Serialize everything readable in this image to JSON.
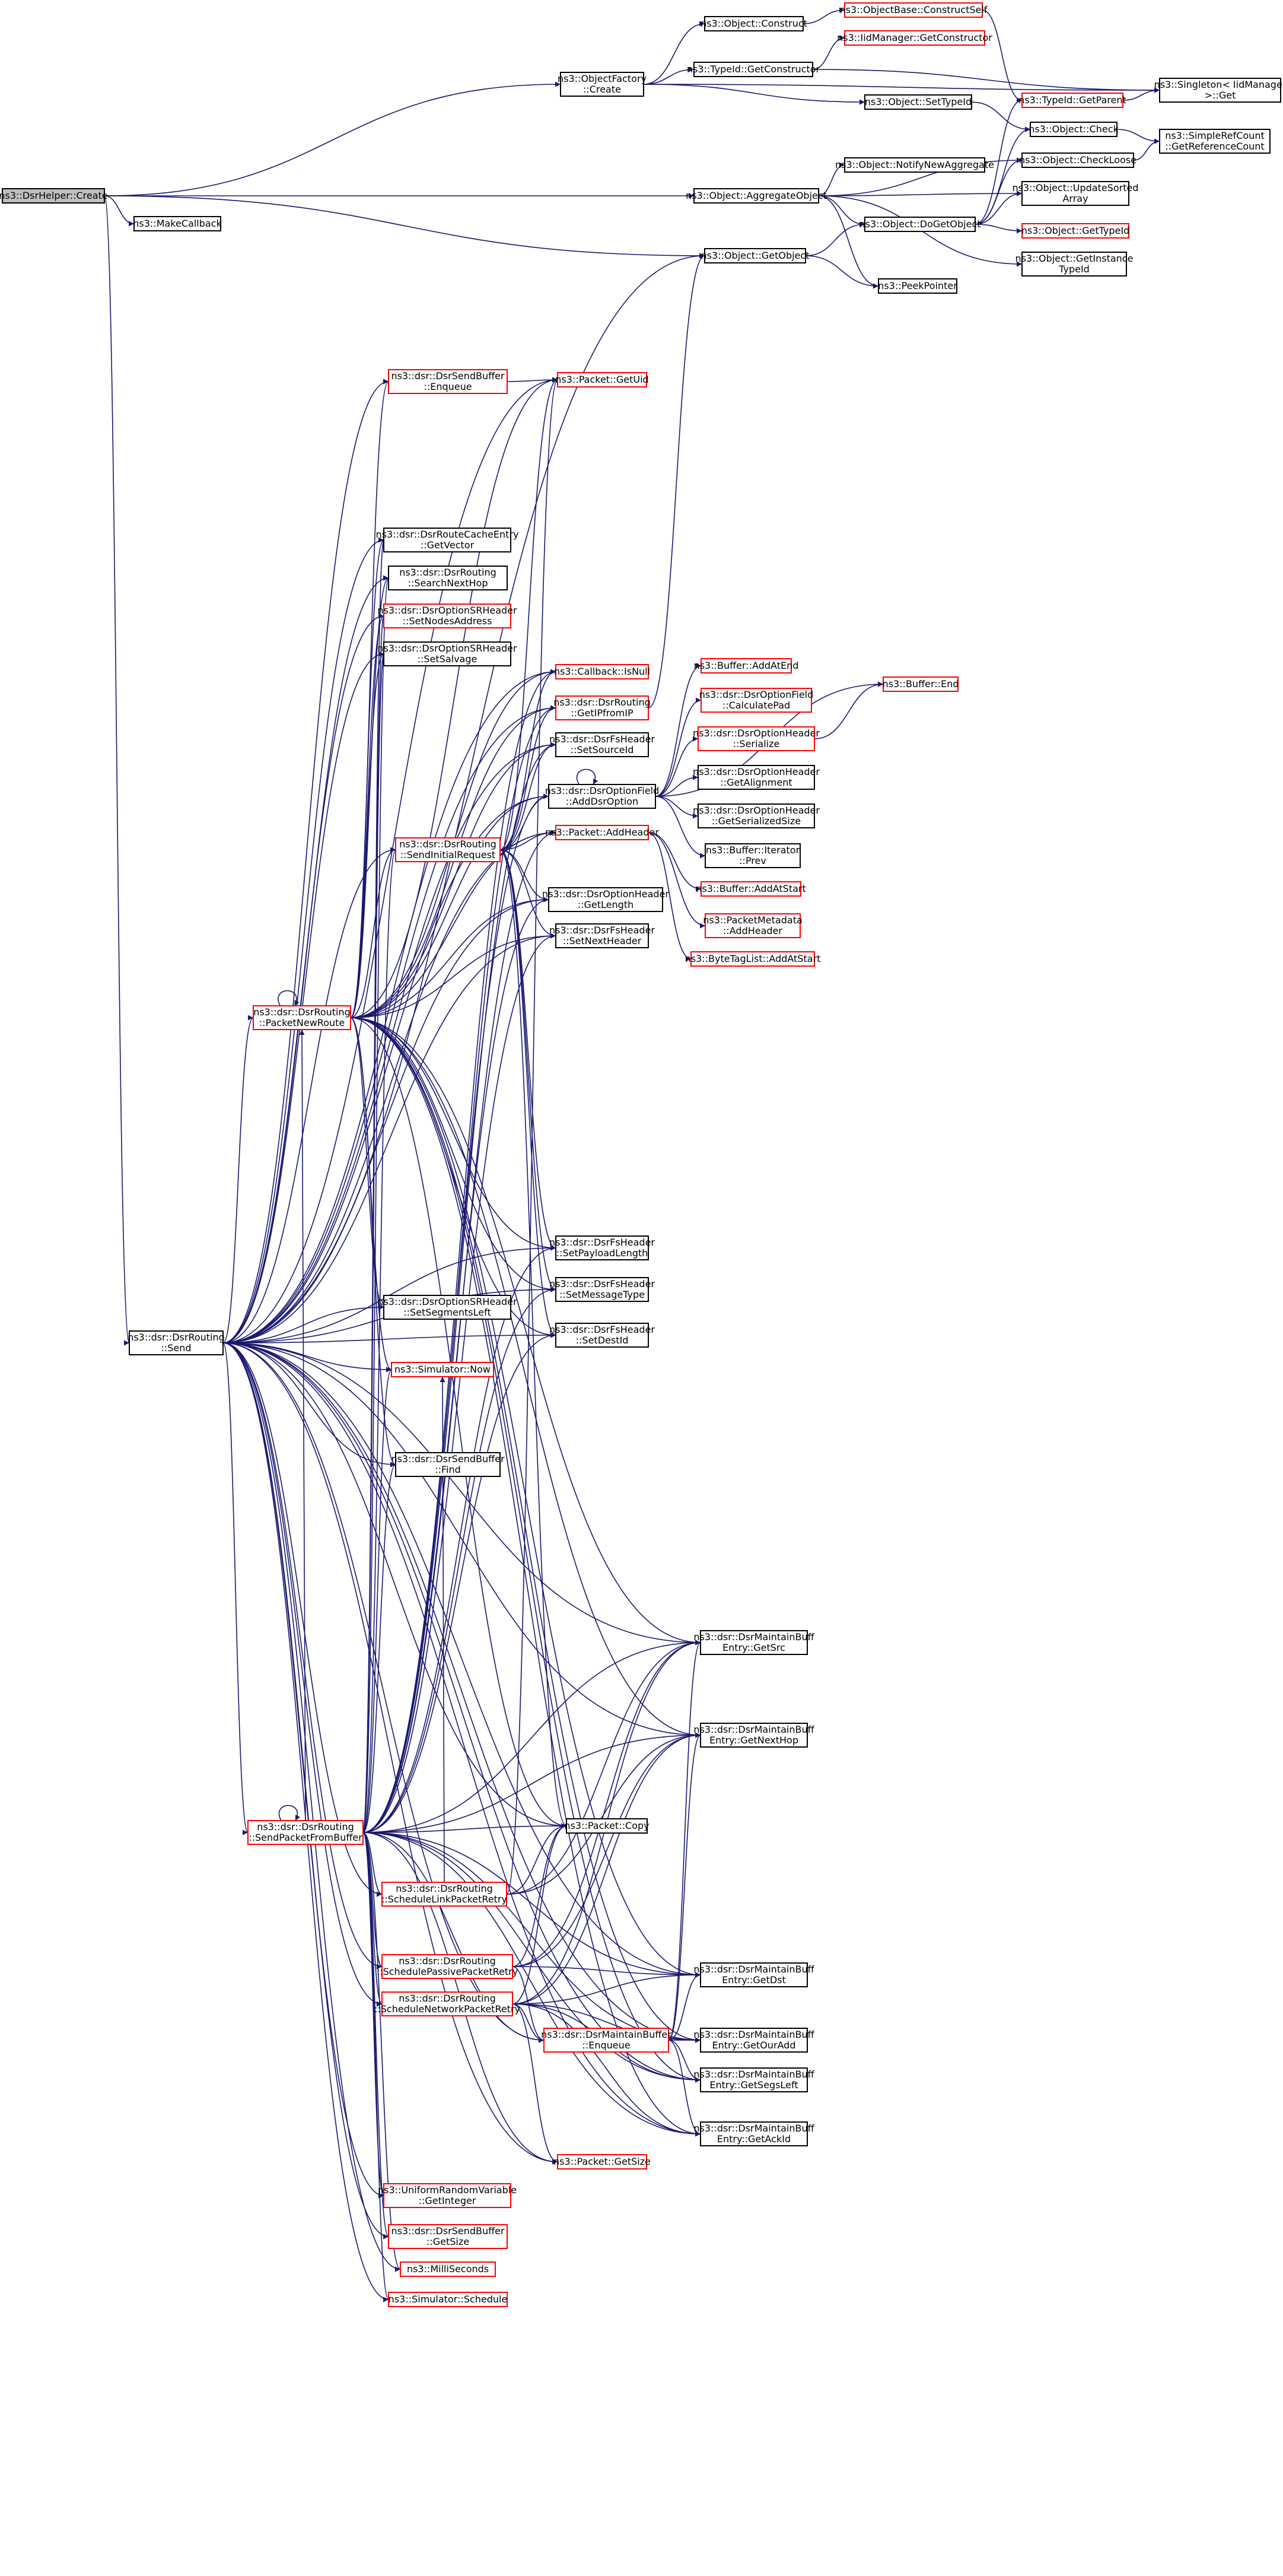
{
  "colors": {
    "edge": "#191970",
    "node_fill": "#ffffff",
    "node_border": "#000000",
    "node_border_truncated": "#ff0000",
    "root_fill": "#bfbfbf",
    "text": "#000000"
  },
  "nodes": [
    {
      "id": "root",
      "lines": [
        "ns3::DsrHelper::Create"
      ],
      "kind": "root"
    },
    {
      "id": "makecallback",
      "lines": [
        "ns3::MakeCallback"
      ],
      "kind": "normal"
    },
    {
      "id": "objfactory",
      "lines": [
        "ns3::ObjectFactory",
        "::Create"
      ],
      "kind": "normal"
    },
    {
      "id": "construct",
      "lines": [
        "ns3::Object::Construct"
      ],
      "kind": "normal"
    },
    {
      "id": "constructself",
      "lines": [
        "ns3::ObjectBase::ConstructSelf"
      ],
      "kind": "truncated"
    },
    {
      "id": "getconstructor",
      "lines": [
        "ns3::TypeId::GetConstructor"
      ],
      "kind": "normal"
    },
    {
      "id": "idmgr_getctor",
      "lines": [
        "ns3::IidManager::GetConstructor"
      ],
      "kind": "truncated"
    },
    {
      "id": "singleton_get",
      "lines": [
        "ns3::Singleton< IidManager",
        ">::Get"
      ],
      "kind": "normal"
    },
    {
      "id": "settypeid",
      "lines": [
        "ns3::Object::SetTypeId"
      ],
      "kind": "normal"
    },
    {
      "id": "getparent",
      "lines": [
        "ns3::TypeId::GetParent"
      ],
      "kind": "truncated"
    },
    {
      "id": "check",
      "lines": [
        "ns3::Object::Check"
      ],
      "kind": "normal"
    },
    {
      "id": "getrefcount",
      "lines": [
        "ns3::SimpleRefCount",
        "::GetReferenceCount"
      ],
      "kind": "normal"
    },
    {
      "id": "checkloose",
      "lines": [
        "ns3::Object::CheckLoose"
      ],
      "kind": "normal"
    },
    {
      "id": "aggregate",
      "lines": [
        "ns3::Object::AggregateObject"
      ],
      "kind": "normal"
    },
    {
      "id": "notifynew",
      "lines": [
        "ns3::Object::NotifyNewAggregate"
      ],
      "kind": "normal"
    },
    {
      "id": "updatesorted",
      "lines": [
        "ns3::Object::UpdateSorted",
        "Array"
      ],
      "kind": "normal"
    },
    {
      "id": "dogetobject",
      "lines": [
        "ns3::Object::DoGetObject"
      ],
      "kind": "normal"
    },
    {
      "id": "gettypeid",
      "lines": [
        "ns3::Object::GetTypeId"
      ],
      "kind": "truncated"
    },
    {
      "id": "getinstance",
      "lines": [
        "ns3::Object::GetInstance",
        "TypeId"
      ],
      "kind": "normal"
    },
    {
      "id": "getobject",
      "lines": [
        "ns3::Object::GetObject"
      ],
      "kind": "normal"
    },
    {
      "id": "peekpointer",
      "lines": [
        "ns3::PeekPointer"
      ],
      "kind": "normal"
    },
    {
      "id": "sendbuf_enqueue",
      "lines": [
        "ns3::dsr::DsrSendBuffer",
        "::Enqueue"
      ],
      "kind": "truncated"
    },
    {
      "id": "getuid",
      "lines": [
        "ns3::Packet::GetUid"
      ],
      "kind": "truncated"
    },
    {
      "id": "getvector",
      "lines": [
        "ns3::dsr::DsrRouteCacheEntry",
        "::GetVector"
      ],
      "kind": "normal"
    },
    {
      "id": "searchnexthop",
      "lines": [
        "ns3::dsr::DsrRouting",
        "::SearchNextHop"
      ],
      "kind": "normal"
    },
    {
      "id": "setnodesaddr",
      "lines": [
        "ns3::dsr::DsrOptionSRHeader",
        "::SetNodesAddress"
      ],
      "kind": "truncated"
    },
    {
      "id": "setsalvage",
      "lines": [
        "ns3::dsr::DsrOptionSRHeader",
        "::SetSalvage"
      ],
      "kind": "normal"
    },
    {
      "id": "isnull",
      "lines": [
        "ns3::Callback::IsNull"
      ],
      "kind": "truncated"
    },
    {
      "id": "getipfromip",
      "lines": [
        "ns3::dsr::DsrRouting",
        "::GetIPfromIP"
      ],
      "kind": "truncated"
    },
    {
      "id": "setsourceid",
      "lines": [
        "ns3::dsr::DsrFsHeader",
        "::SetSourceId"
      ],
      "kind": "normal"
    },
    {
      "id": "adddsroption",
      "lines": [
        "ns3::dsr::DsrOptionField",
        "::AddDsrOption"
      ],
      "kind": "normal"
    },
    {
      "id": "sendinitialreq",
      "lines": [
        "ns3::dsr::DsrRouting",
        "::SendInitialRequest"
      ],
      "kind": "truncated"
    },
    {
      "id": "pkt_addheader",
      "lines": [
        "ns3::Packet::AddHeader"
      ],
      "kind": "truncated"
    },
    {
      "id": "buf_addatend",
      "lines": [
        "ns3::Buffer::AddAtEnd"
      ],
      "kind": "truncated"
    },
    {
      "id": "calcpad",
      "lines": [
        "ns3::dsr::DsrOptionField",
        "::CalculatePad"
      ],
      "kind": "truncated"
    },
    {
      "id": "buf_end",
      "lines": [
        "ns3::Buffer::End"
      ],
      "kind": "truncated"
    },
    {
      "id": "serialize",
      "lines": [
        "ns3::dsr::DsrOptionHeader",
        "::Serialize"
      ],
      "kind": "truncated"
    },
    {
      "id": "getalignment",
      "lines": [
        "ns3::dsr::DsrOptionHeader",
        "::GetAlignment"
      ],
      "kind": "normal"
    },
    {
      "id": "getserialsize",
      "lines": [
        "ns3::dsr::DsrOptionHeader",
        "::GetSerializedSize"
      ],
      "kind": "normal"
    },
    {
      "id": "iter_prev",
      "lines": [
        "ns3::Buffer::Iterator",
        "::Prev"
      ],
      "kind": "normal"
    },
    {
      "id": "buf_addatstart",
      "lines": [
        "ns3::Buffer::AddAtStart"
      ],
      "kind": "truncated"
    },
    {
      "id": "pm_addheader",
      "lines": [
        "ns3::PacketMetadata",
        "::AddHeader"
      ],
      "kind": "truncated"
    },
    {
      "id": "btl_addatstart",
      "lines": [
        "ns3::ByteTagList::AddAtStart"
      ],
      "kind": "truncated"
    },
    {
      "id": "getlength",
      "lines": [
        "ns3::dsr::DsrOptionHeader",
        "::GetLength"
      ],
      "kind": "normal"
    },
    {
      "id": "setnextheader",
      "lines": [
        "ns3::dsr::DsrFsHeader",
        "::SetNextHeader"
      ],
      "kind": "normal"
    },
    {
      "id": "packetnewroute",
      "lines": [
        "ns3::dsr::DsrRouting",
        "::PacketNewRoute"
      ],
      "kind": "truncated"
    },
    {
      "id": "setpayloadlen",
      "lines": [
        "ns3::dsr::DsrFsHeader",
        "::SetPayloadLength"
      ],
      "kind": "normal"
    },
    {
      "id": "setmsgtype",
      "lines": [
        "ns3::dsr::DsrFsHeader",
        "::SetMessageType"
      ],
      "kind": "normal"
    },
    {
      "id": "setsegsleft",
      "lines": [
        "ns3::dsr::DsrOptionSRHeader",
        "::SetSegmentsLeft"
      ],
      "kind": "normal"
    },
    {
      "id": "setdestid",
      "lines": [
        "ns3::dsr::DsrFsHeader",
        "::SetDestId"
      ],
      "kind": "normal"
    },
    {
      "id": "send",
      "lines": [
        "ns3::dsr::DsrRouting",
        "::Send"
      ],
      "kind": "normal"
    },
    {
      "id": "now",
      "lines": [
        "ns3::Simulator::Now"
      ],
      "kind": "truncated"
    },
    {
      "id": "sendbuf_find",
      "lines": [
        "ns3::dsr::DsrSendBuffer",
        "::Find"
      ],
      "kind": "normal"
    },
    {
      "id": "getsrc",
      "lines": [
        "ns3::dsr::DsrMaintainBuff",
        "Entry::GetSrc"
      ],
      "kind": "normal"
    },
    {
      "id": "getnexthop",
      "lines": [
        "ns3::dsr::DsrMaintainBuff",
        "Entry::GetNextHop"
      ],
      "kind": "normal"
    },
    {
      "id": "sendpktfrombuf",
      "lines": [
        "ns3::dsr::DsrRouting",
        "::SendPacketFromBuffer"
      ],
      "kind": "truncated"
    },
    {
      "id": "pkt_copy",
      "lines": [
        "ns3::Packet::Copy"
      ],
      "kind": "normal"
    },
    {
      "id": "schedlinkretry",
      "lines": [
        "ns3::dsr::DsrRouting",
        "::ScheduleLinkPacketRetry"
      ],
      "kind": "truncated"
    },
    {
      "id": "schedpassretry",
      "lines": [
        "ns3::dsr::DsrRouting",
        "::SchedulePassivePacketRetry"
      ],
      "kind": "truncated"
    },
    {
      "id": "getdst",
      "lines": [
        "ns3::dsr::DsrMaintainBuff",
        "Entry::GetDst"
      ],
      "kind": "normal"
    },
    {
      "id": "schednetretry",
      "lines": [
        "ns3::dsr::DsrRouting",
        "::ScheduleNetworkPacketRetry"
      ],
      "kind": "truncated"
    },
    {
      "id": "maint_enqueue",
      "lines": [
        "ns3::dsr::DsrMaintainBuffer",
        "::Enqueue"
      ],
      "kind": "truncated"
    },
    {
      "id": "getouradd",
      "lines": [
        "ns3::dsr::DsrMaintainBuff",
        "Entry::GetOurAdd"
      ],
      "kind": "normal"
    },
    {
      "id": "getsegsleft",
      "lines": [
        "ns3::dsr::DsrMaintainBuff",
        "Entry::GetSegsLeft"
      ],
      "kind": "normal"
    },
    {
      "id": "getackid",
      "lines": [
        "ns3::dsr::DsrMaintainBuff",
        "Entry::GetAckId"
      ],
      "kind": "normal"
    },
    {
      "id": "pkt_getsize",
      "lines": [
        "ns3::Packet::GetSize"
      ],
      "kind": "truncated"
    },
    {
      "id": "getinteger",
      "lines": [
        "ns3::UniformRandomVariable",
        "::GetInteger"
      ],
      "kind": "truncated"
    },
    {
      "id": "sendbuf_getsize",
      "lines": [
        "ns3::dsr::DsrSendBuffer",
        "::GetSize"
      ],
      "kind": "truncated"
    },
    {
      "id": "milliseconds",
      "lines": [
        "ns3::MilliSeconds"
      ],
      "kind": "truncated"
    },
    {
      "id": "schedule",
      "lines": [
        "ns3::Simulator::Schedule"
      ],
      "kind": "truncated"
    }
  ]
}
